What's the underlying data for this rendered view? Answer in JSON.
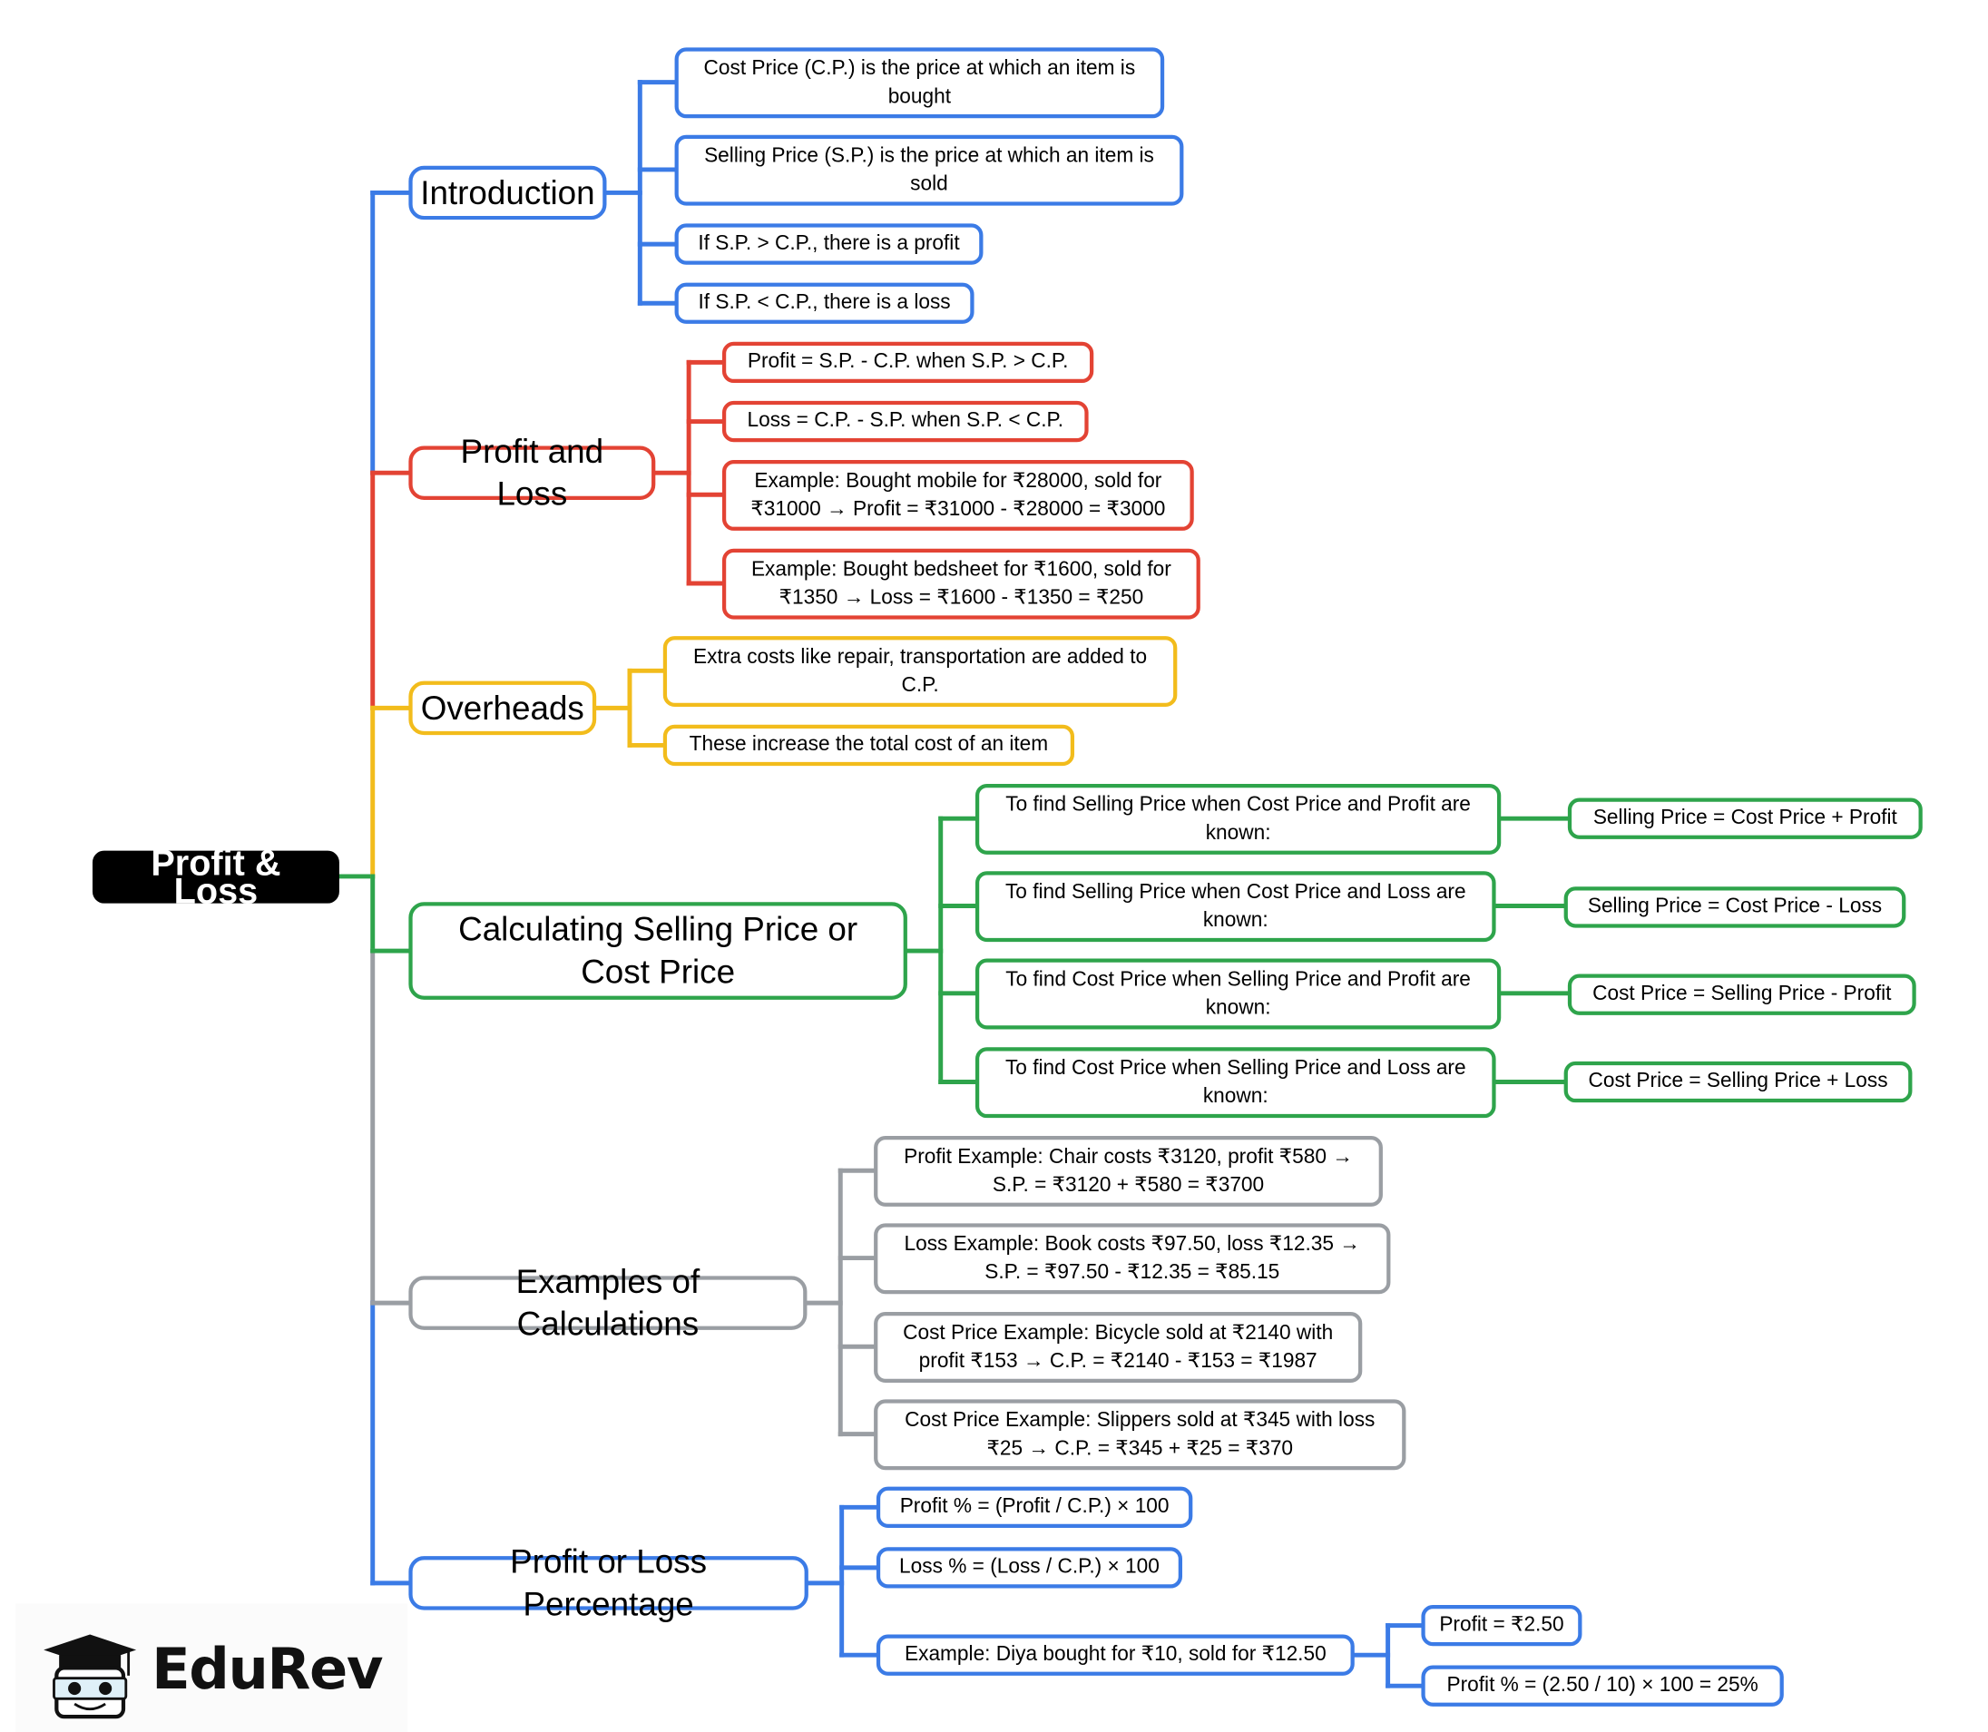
{
  "root": {
    "label": "Profit & Loss"
  },
  "branches": [
    {
      "id": "intro",
      "label": "Introduction",
      "color": "#3b7be6",
      "children": [
        "Cost Price (C.P.) is the price at which an item is bought",
        "Selling Price (S.P.) is the price at which an item is sold",
        "If S.P. > C.P., there is a profit",
        "If S.P. < C.P., there is a loss"
      ]
    },
    {
      "id": "pl",
      "label": "Profit and Loss",
      "color": "#e34334",
      "children": [
        "Profit = S.P. - C.P. when S.P. > C.P.",
        "Loss = C.P. - S.P. when S.P. < C.P.",
        "Example: Bought mobile for ₹28000, sold for ₹31000 → Profit = ₹31000 - ₹28000 = ₹3000",
        "Example: Bought bedsheet for ₹1600, sold for ₹1350 → Loss = ₹1600 - ₹1350 = ₹250"
      ]
    },
    {
      "id": "overheads",
      "label": "Overheads",
      "color": "#f2bc1c",
      "children": [
        "Extra costs like repair, transportation are added to C.P.",
        "These increase the total cost of an item"
      ]
    },
    {
      "id": "calc",
      "label": "Calculating Selling Price or Cost Price",
      "color": "#2ea44b",
      "children": [
        {
          "label": "To find Selling Price when Cost Price and Profit are known:",
          "formula": "Selling Price = Cost Price + Profit"
        },
        {
          "label": "To find Selling Price when Cost Price and Loss are known:",
          "formula": "Selling Price = Cost Price - Loss"
        },
        {
          "label": "To find Cost Price when Selling Price and Profit are known:",
          "formula": "Cost Price = Selling Price - Profit"
        },
        {
          "label": "To find Cost Price when Selling Price and Loss are known:",
          "formula": "Cost Price = Selling Price + Loss"
        }
      ]
    },
    {
      "id": "examples",
      "label": "Examples of Calculations",
      "color": "#9a9ea3",
      "children": [
        "Profit Example: Chair costs ₹3120, profit ₹580 → S.P. = ₹3120 + ₹580 = ₹3700",
        "Loss Example: Book costs ₹97.50, loss ₹12.35 → S.P. = ₹97.50 - ₹12.35 = ₹85.15",
        "Cost Price Example: Bicycle sold at ₹2140 with profit ₹153 → C.P. = ₹2140 - ₹153 = ₹1987",
        "Cost Price Example: Slippers sold at ₹345 with loss ₹25 → C.P. = ₹345 + ₹25 = ₹370"
      ]
    },
    {
      "id": "pct",
      "label": "Profit or Loss Percentage",
      "color": "#3b7be6",
      "children": [
        "Profit % = (Profit / C.P.) × 100",
        "Loss % = (Loss / C.P.) × 100",
        {
          "label": "Example: Diya bought for ₹10, sold for ₹12.50",
          "subs": [
            "Profit = ₹2.50",
            "Profit % = (2.50 / 10) × 100 = 25%"
          ]
        }
      ]
    }
  ],
  "logo": {
    "text": "EduRev",
    "icon": "graduation-cap-mascot-icon"
  }
}
